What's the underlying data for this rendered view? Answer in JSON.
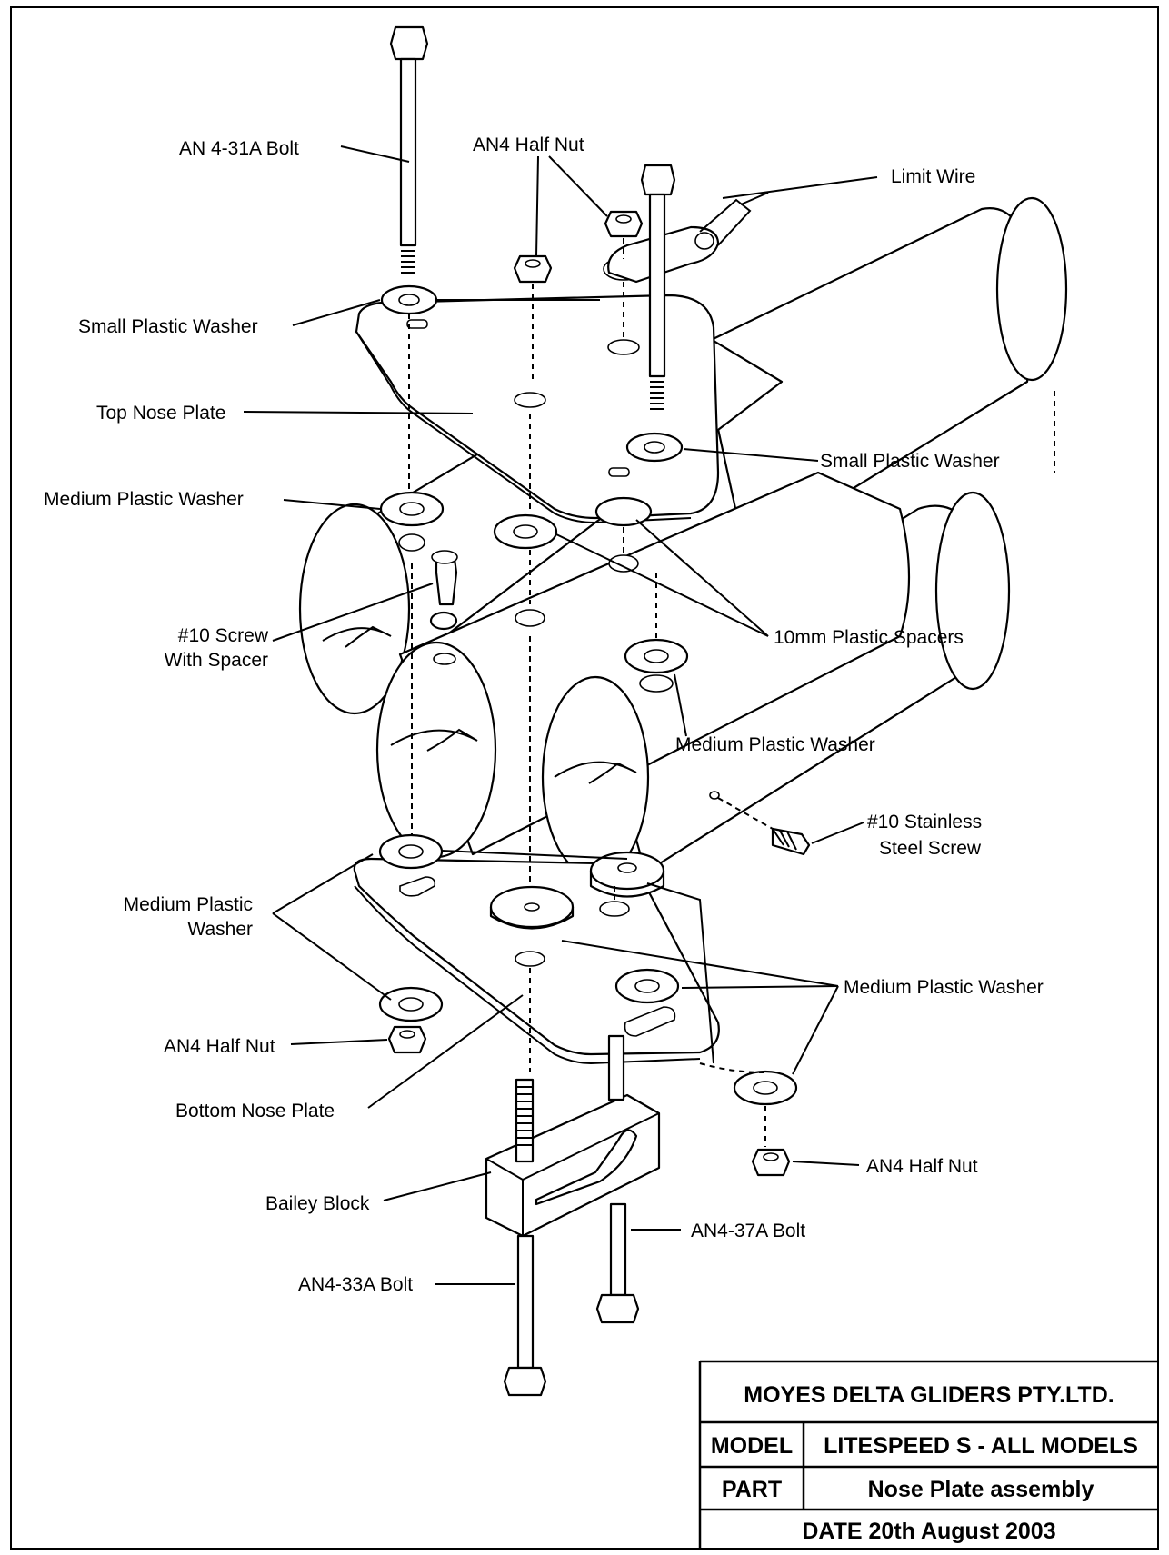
{
  "labels": {
    "an4_31a_bolt": "AN 4-31A Bolt",
    "an4_half_nut_top": "AN4 Half Nut",
    "limit_wire": "Limit Wire",
    "small_plastic_washer_left": "Small Plastic Washer",
    "top_nose_plate": "Top Nose Plate",
    "small_plastic_washer_right": "Small Plastic Washer",
    "medium_plastic_washer_upper": "Medium Plastic Washer",
    "screw_with_spacer_line1": "#10 Screw",
    "screw_with_spacer_line2": "With Spacer",
    "plastic_spacers": "10mm Plastic Spacers",
    "medium_plastic_washer_mid": "Medium Plastic Washer",
    "stainless_screw_line1": "#10 Stainless",
    "stainless_screw_line2": "Steel Screw",
    "medium_plastic_washer_left_line1": "Medium Plastic",
    "medium_plastic_washer_left_line2": "Washer",
    "medium_plastic_washer_right": "Medium Plastic Washer",
    "an4_half_nut_left": "AN4 Half Nut",
    "bottom_nose_plate": "Bottom Nose Plate",
    "an4_half_nut_right": "AN4 Half Nut",
    "bailey_block": "Bailey Block",
    "an4_37a_bolt": "AN4-37A Bolt",
    "an4_33a_bolt": "AN4-33A Bolt"
  },
  "title_block": {
    "company": "MOYES DELTA GLIDERS PTY.LTD.",
    "model_label": "MODEL",
    "model_value": "LITESPEED S - ALL MODELS",
    "part_label": "PART",
    "part_value": "Nose Plate assembly",
    "date": "DATE 20th August 2003"
  }
}
